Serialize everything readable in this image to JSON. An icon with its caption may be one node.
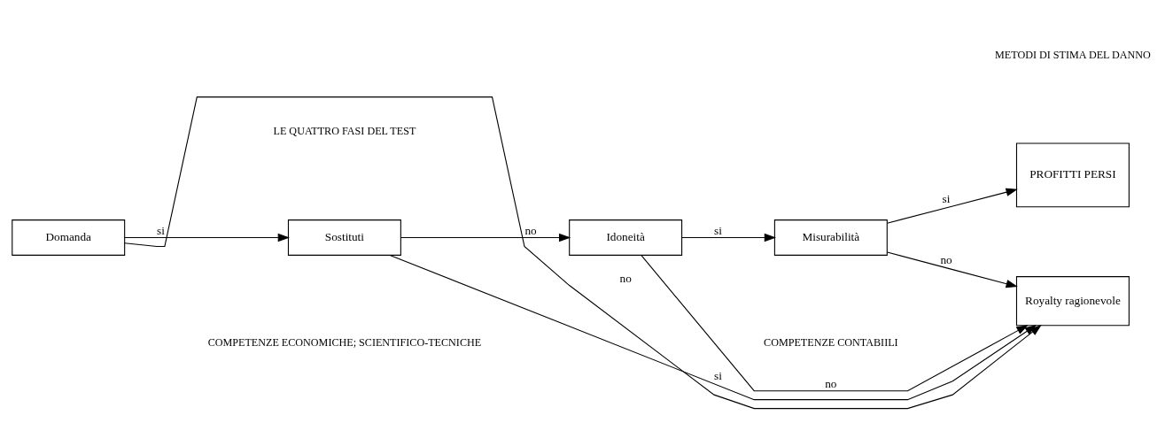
{
  "diagram": {
    "nodes": [
      {
        "text": [
          "Domanda"
        ]
      },
      {
        "text": [
          "Sostituti"
        ]
      },
      {
        "text": [
          "Idoneità"
        ]
      },
      {
        "text": [
          "Misurabilità"
        ]
      },
      {
        "text": [
          "PROFITTI PERSI"
        ]
      },
      {
        "text": [
          "Royalty ragionevole"
        ]
      }
    ],
    "edges": [
      {
        "from": 0,
        "to": 1,
        "arrow": "to",
        "label": "si"
      },
      {
        "from": 1,
        "to": 2,
        "arrow": "to",
        "label": "no"
      },
      {
        "from": 2,
        "to": 3,
        "arrow": "to",
        "label": "si"
      },
      {
        "from": 3,
        "to": 4,
        "arrow": "to",
        "label": "si"
      },
      {
        "from": 0,
        "to": 5,
        "arrow": "to",
        "label": "no"
      },
      {
        "from": 1,
        "to": 5,
        "arrow": "to",
        "label": "si"
      },
      {
        "from": 2,
        "to": 5,
        "arrow": "to",
        "label": "no"
      },
      {
        "from": 3,
        "to": 5,
        "arrow": "to",
        "label": "no"
      }
    ],
    "labels": [
      "LE QUATTRO FASI DEL TEST",
      "METODI DI STIMA DEL DANNO",
      "COMPETENZE ECONOMICHE; SCIENTIFICO-TECNICHE",
      "COMPETENZE CONTABIILI"
    ]
  }
}
